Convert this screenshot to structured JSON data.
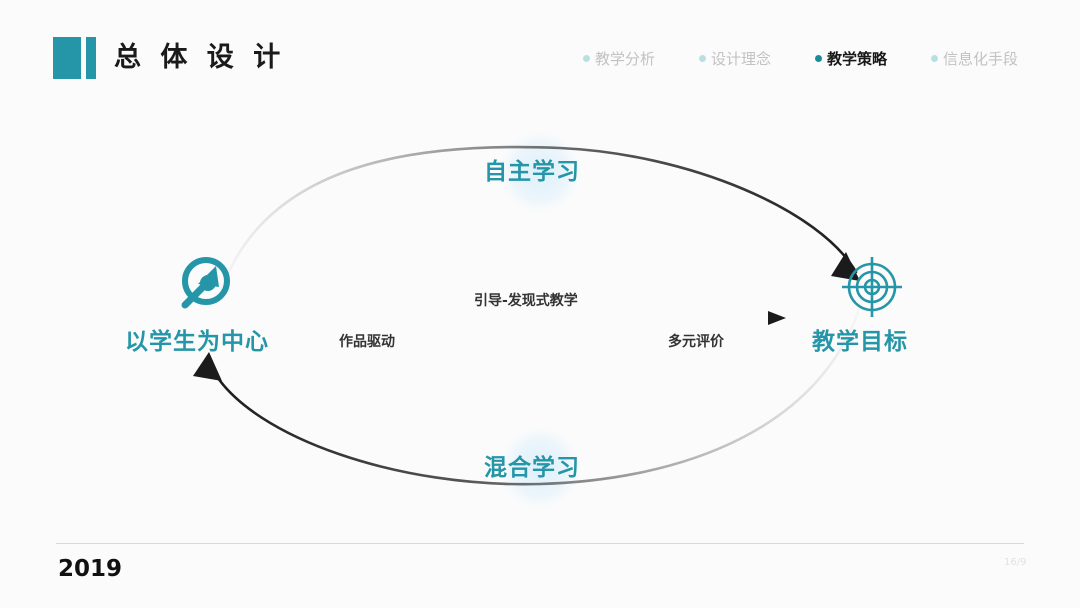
{
  "slide": {
    "background_color": "#fbfbfb",
    "accent_color": "#2596a8",
    "muted_color": "#c2c2c2",
    "halo_color": "#e3f1fa"
  },
  "header": {
    "title": "总 体 设 计",
    "logo_icon": "two-bar-logo-mark",
    "nav": [
      {
        "label": "教学分析",
        "active": false,
        "dot_icon": "bullet-dot-icon"
      },
      {
        "label": "设计理念",
        "active": false,
        "dot_icon": "bullet-dot-icon"
      },
      {
        "label": "教学策略",
        "active": true,
        "dot_icon": "bullet-dot-icon"
      },
      {
        "label": "信息化手段",
        "active": false,
        "dot_icon": "bullet-dot-icon"
      }
    ]
  },
  "diagram": {
    "left_node": {
      "label": "以学生为中心",
      "icon": "target-arrow-icon"
    },
    "right_node": {
      "label": "教学目标",
      "icon": "crosshair-target-icon"
    },
    "top_arc": {
      "label": "自主学习",
      "direction": "left-to-right",
      "arrowhead": "arrow-right-icon"
    },
    "bottom_arc": {
      "label": "混合学习",
      "direction": "right-to-left",
      "arrowhead": "arrow-left-icon"
    },
    "center_arrow": {
      "label_above": "引导-发现式教学",
      "label_below_left": "作品驱动",
      "label_below_right": "多元评价",
      "direction": "left-to-right",
      "arrowhead": "arrow-right-icon"
    }
  },
  "footer": {
    "year": "2019",
    "page_number": "16/9"
  }
}
